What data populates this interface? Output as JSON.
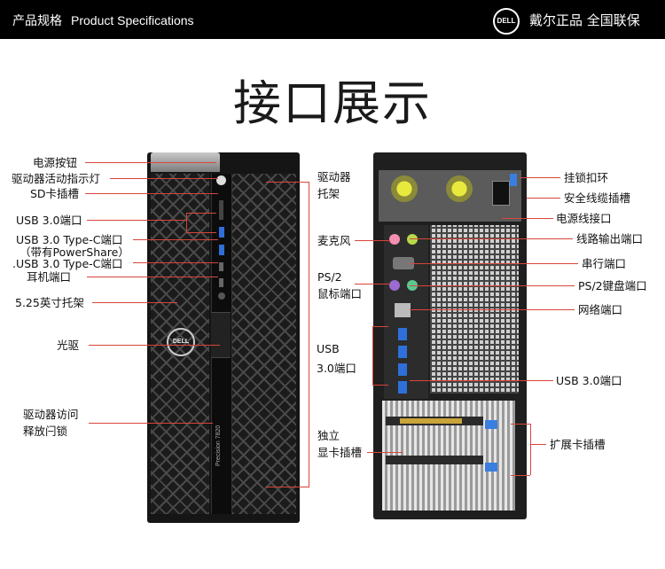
{
  "header": {
    "left_cn": "产品规格",
    "left_en": "Product Specifications",
    "logo_text": "DELL",
    "right_text": "戴尔正品  全国联保"
  },
  "title": "接口展示",
  "left_labels": {
    "power_button": "电源按钮",
    "drive_led": "驱动器活动指示灯",
    "sd_slot": "SD卡插槽",
    "usb3": "USB 3.0端口",
    "usb_c_1": "USB 3.0 Type-C端口",
    "usb_c_note": "（带有PowerShare）",
    "usb_c_2": ".USB 3.0 Type-C端口",
    "earphone": "耳机端口",
    "bay_525": "5.25英寸托架",
    "optical": "光驱",
    "lock_line1": "驱动器访问",
    "lock_line2": "释放闩锁"
  },
  "middle_labels": {
    "drive_bay_line1": "驱动器",
    "drive_bay_line2": "托架",
    "mic": "麦克风",
    "ps2_mouse_line1": "PS/2",
    "ps2_mouse_line2": "鼠标端口",
    "usb_line1": "USB",
    "usb_line2": "3.0端口",
    "gpu_line1": "独立",
    "gpu_line2": "显卡插槽"
  },
  "right_labels": {
    "padlock": "挂锁扣环",
    "cable_slot": "安全线缆插槽",
    "power_conn": "电源线接口",
    "line_out": "线路输出端口",
    "serial": "串行端口",
    "ps2_kbd": "PS/2键盘端口",
    "network": "网络端口",
    "usb3": "USB 3.0端口",
    "expansion": "扩展卡插槽"
  },
  "product": {
    "front_logo": "DELL",
    "model_text": "Precision 7820"
  },
  "colors": {
    "callout_line": "#d9453a",
    "usb_blue": "#2f6fd9",
    "header_bg": "#000000"
  }
}
